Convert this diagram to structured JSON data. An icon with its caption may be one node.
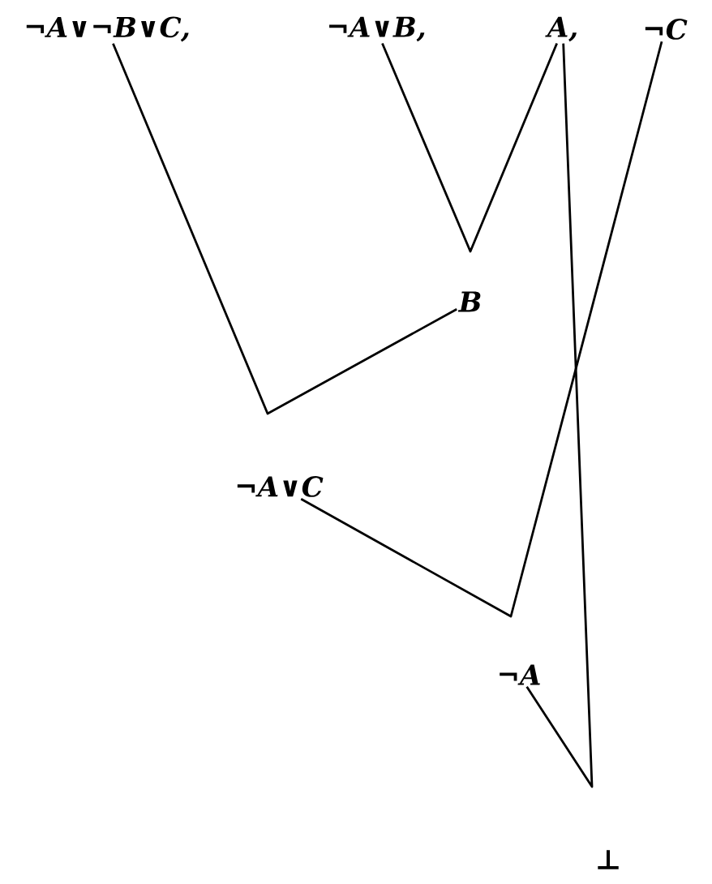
{
  "diagram": {
    "nodes": [
      {
        "text": [
          "¬A∨¬B∨C,"
        ]
      },
      {
        "text": [
          "¬A∨B,"
        ]
      },
      {
        "text": [
          "A,"
        ]
      },
      {
        "text": [
          "¬C"
        ]
      },
      {
        "text": [
          "B"
        ]
      },
      {
        "text": [
          "¬A∨C"
        ]
      },
      {
        "text": [
          "¬A"
        ]
      },
      {
        "text": [
          "⊥"
        ]
      }
    ],
    "edges": [
      {
        "from": 1,
        "to": 2,
        "arrow": "none"
      },
      {
        "from": 0,
        "to": 4,
        "arrow": "none"
      },
      {
        "from": 5,
        "to": 3,
        "arrow": "none"
      },
      {
        "from": 6,
        "to": 2,
        "arrow": "none"
      }
    ]
  }
}
